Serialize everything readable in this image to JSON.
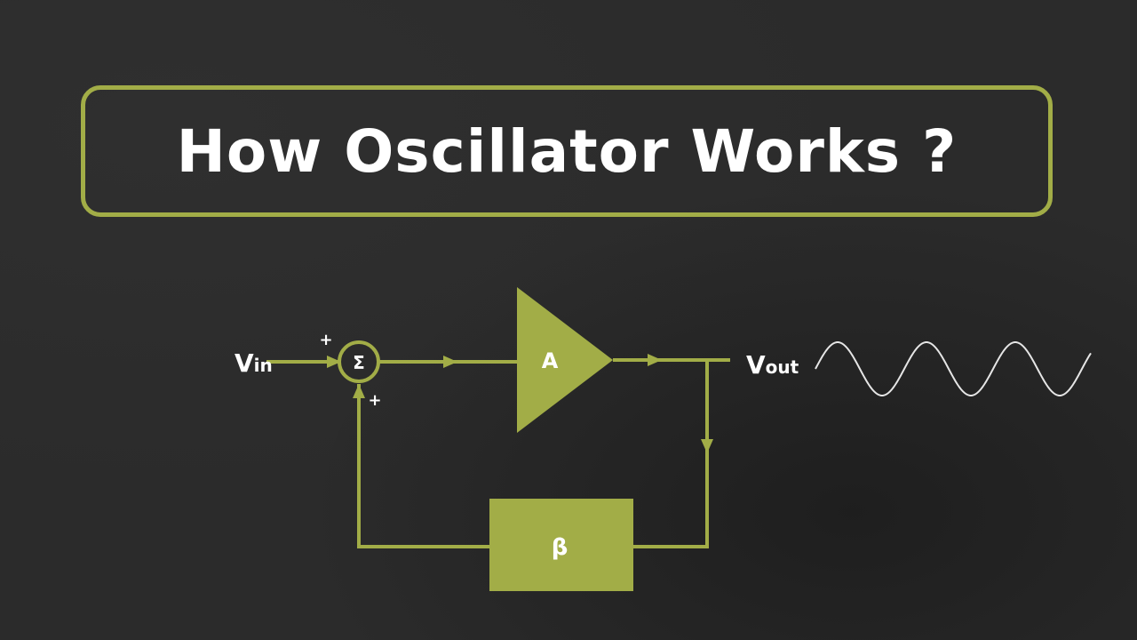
{
  "title": "How Oscillator Works ?",
  "colors": {
    "accent": "#a2ad47",
    "background": "#2b2b2b",
    "text": "#ffffff"
  },
  "diagram": {
    "input_label_main": "V",
    "input_label_sub": "in",
    "output_label_main": "V",
    "output_label_sub": "out",
    "summer_symbol": "Σ",
    "summer_sign_top": "+",
    "summer_sign_bottom": "+",
    "amplifier_label": "A",
    "feedback_label": "β"
  }
}
